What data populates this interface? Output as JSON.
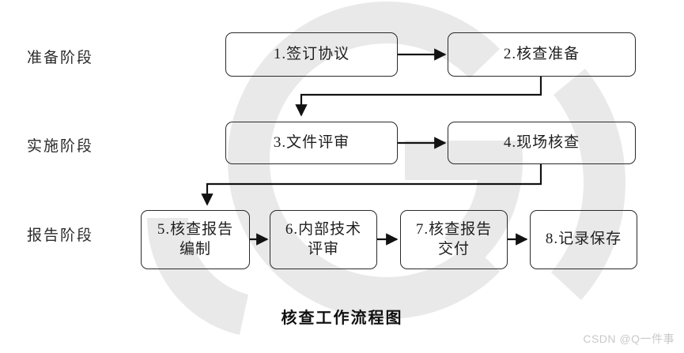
{
  "diagram": {
    "caption": "核查工作流程图",
    "stages": [
      {
        "label": "准备阶段"
      },
      {
        "label": "实施阶段"
      },
      {
        "label": "报告阶段"
      }
    ],
    "nodes": [
      {
        "id": "n1",
        "text": "1.签订协议"
      },
      {
        "id": "n2",
        "text": "2.核查准备"
      },
      {
        "id": "n3",
        "text": "3.文件评审"
      },
      {
        "id": "n4",
        "text": "4.现场核查"
      },
      {
        "id": "n5",
        "line1": "5.核查报告",
        "line2": "编制"
      },
      {
        "id": "n6",
        "line1": "6.内部技术",
        "line2": "评审"
      },
      {
        "id": "n7",
        "line1": "7.核查报告",
        "line2": "交付"
      },
      {
        "id": "n8",
        "text": "8.记录保存"
      }
    ],
    "colors": {
      "box_border": "#2a2a2a",
      "text": "#1e1e1e",
      "connector": "#121212",
      "background": "#ffffff",
      "watermark": "#e8e8e8",
      "watermark_text": "#c9c9c9"
    }
  },
  "watermark": {
    "text": "CSDN @Q一件事"
  }
}
